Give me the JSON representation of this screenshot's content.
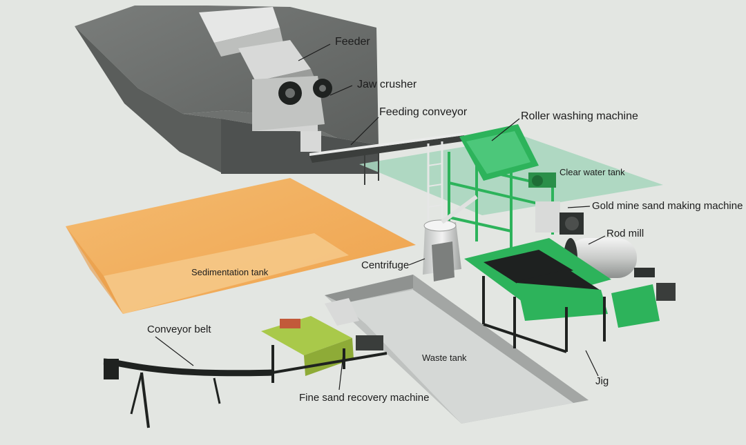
{
  "labels": {
    "feeder": "Feeder",
    "jaw_crusher": "Jaw crusher",
    "feeding_conveyor": "Feeding conveyor",
    "roller_washing_machine": "Roller washing machine",
    "clear_water_tank": "Clear water tank",
    "gold_mine_sand_making_machine": "Gold mine sand making machine",
    "rod_mill": "Rod mill",
    "centrifuge": "Centrifuge",
    "sedimentation_tank": "Sedimentation tank",
    "conveyor_belt": "Conveyor belt",
    "waste_tank": "Waste tank",
    "fine_sand_recovery_machine": "Fine sand recovery machine",
    "jig": "Jig"
  },
  "colors": {
    "background": "#e3e6e2",
    "mountain": "#6b6e6c",
    "sedimentation_tank": "#f2b466",
    "clear_water_tank": "#a8d6bf",
    "machine_green": "#2db35b",
    "fine_sand_green": "#a9c94a",
    "steel_dark": "#2e3230",
    "waste_tank_wall": "#a3a6a4"
  }
}
